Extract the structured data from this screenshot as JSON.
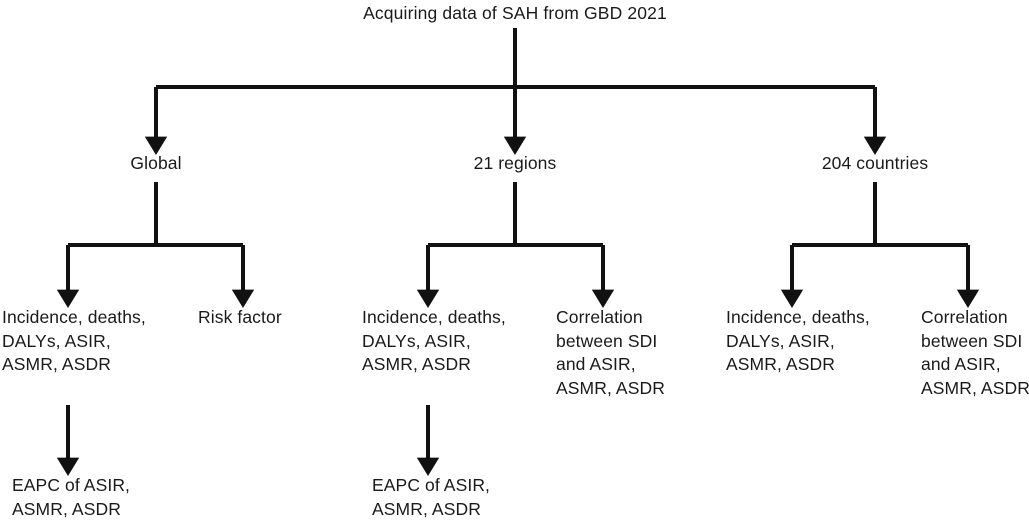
{
  "diagram": {
    "title_node": {
      "label": "Acquiring data of SAH from GBD 2021"
    },
    "level2": [
      {
        "id": "global",
        "label": "Global"
      },
      {
        "id": "regions",
        "label": "21 regions"
      },
      {
        "id": "countries",
        "label": "204 countries"
      }
    ],
    "level3": [
      {
        "id": "global-metrics",
        "label": "Incidence, deaths,\nDALYs, ASIR,\nASMR, ASDR"
      },
      {
        "id": "global-risk",
        "label": "Risk factor"
      },
      {
        "id": "regions-metrics",
        "label": "Incidence, deaths,\nDALYs, ASIR,\nASMR, ASDR"
      },
      {
        "id": "regions-correlation",
        "label": "Correlation\nbetween SDI\nand ASIR,\nASMR, ASDR"
      },
      {
        "id": "countries-metrics",
        "label": "Incidence, deaths,\nDALYs, ASIR,\nASMR, ASDR"
      },
      {
        "id": "countries-correlation",
        "label": "Correlation\nbetween SDI\nand ASIR,\nASMR, ASDR"
      }
    ],
    "level4": [
      {
        "id": "global-eapc",
        "label": "EAPC of ASIR,\nASMR, ASDR"
      },
      {
        "id": "regions-eapc",
        "label": "EAPC of ASIR,\nASMR, ASDR"
      }
    ],
    "style": {
      "line_color": "#111111",
      "text_color": "#1a1a1a",
      "background": "#ffffff",
      "line_width": 4
    }
  }
}
